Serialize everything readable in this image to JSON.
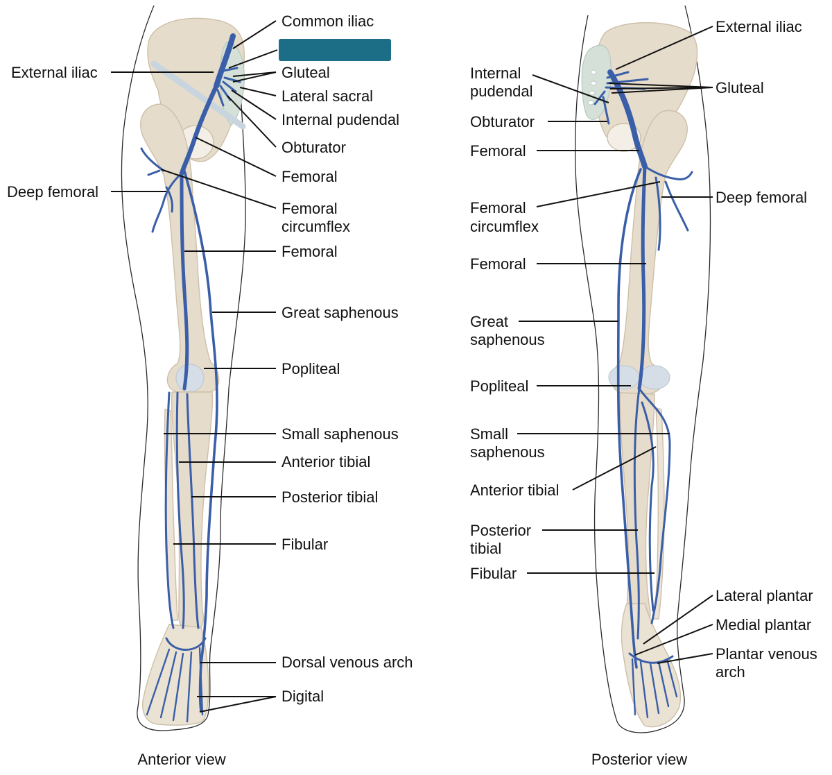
{
  "colors": {
    "vein": "#3a5ea8",
    "vein_dark": "#27447f",
    "bone": "#e6dccb",
    "bone_stroke": "#cdbfa8",
    "sacrum": "#d4e0d8",
    "ligament": "#c9d5de",
    "redaction_box": "#1b6e86"
  },
  "anterior": {
    "caption": "Anterior view",
    "labels": {
      "common_iliac": "Common iliac",
      "external_iliac": "External iliac",
      "gluteal": "Gluteal",
      "lateral_sacral": "Lateral sacral",
      "internal_pudendal": "Internal pudendal",
      "obturator": "Obturator",
      "femoral_upper": "Femoral",
      "deep_femoral": "Deep femoral",
      "femoral_circumflex_1": "Femoral",
      "femoral_circumflex_2": "circumflex",
      "femoral_lower": "Femoral",
      "great_saphenous": "Great saphenous",
      "popliteal": "Popliteal",
      "small_saphenous": "Small saphenous",
      "anterior_tibial": "Anterior tibial",
      "posterior_tibial": "Posterior tibial",
      "fibular": "Fibular",
      "dorsal_venous_arch": "Dorsal venous arch",
      "digital": "Digital"
    }
  },
  "posterior": {
    "caption": "Posterior view",
    "labels": {
      "external_iliac": "External iliac",
      "internal_pudendal_1": "Internal",
      "internal_pudendal_2": "pudendal",
      "gluteal": "Gluteal",
      "obturator": "Obturator",
      "femoral_upper": "Femoral",
      "deep_femoral": "Deep femoral",
      "femoral_circumflex_1": "Femoral",
      "femoral_circumflex_2": "circumflex",
      "femoral_lower": "Femoral",
      "great_saphenous_1": "Great",
      "great_saphenous_2": "saphenous",
      "popliteal": "Popliteal",
      "small_saphenous_1": "Small",
      "small_saphenous_2": "saphenous",
      "anterior_tibial": "Anterior tibial",
      "posterior_tibial_1": "Posterior",
      "posterior_tibial_2": "tibial",
      "fibular": "Fibular",
      "lateral_plantar": "Lateral plantar",
      "medial_plantar": "Medial plantar",
      "plantar_venous_arch_1": "Plantar venous",
      "plantar_venous_arch_2": "arch"
    }
  }
}
